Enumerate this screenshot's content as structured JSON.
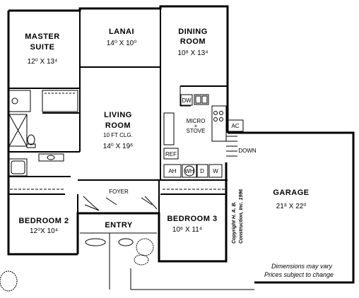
{
  "rooms": {
    "master_suite": {
      "name_line1": "MASTER",
      "name_line2": "SUITE",
      "dims": "12⁰ X 13⁴"
    },
    "lanai": {
      "name": "LANAI",
      "dims": "14⁰ X 10⁰"
    },
    "dining_room": {
      "name_line1": "DINING",
      "name_line2": "ROOM",
      "dims": "10⁸ X 13⁴"
    },
    "living_room": {
      "name_line1": "LIVING",
      "name_line2": "ROOM",
      "note": "10 FT CLG.",
      "dims": "14⁰ X 19⁶"
    },
    "garage": {
      "name": "GARAGE",
      "dims": "21⁸ X 22⁰"
    },
    "bedroom2": {
      "name": "BEDROOM  2",
      "dims": "12⁰X 10⁴"
    },
    "bedroom3": {
      "name": "BEDROOM  3",
      "dims": "10⁶ X 11⁴"
    },
    "entry": {
      "name": "ENTRY"
    },
    "foyer": {
      "name": "FOYER"
    }
  },
  "fixtures": {
    "dw": "DW",
    "micro_line1": "MICRO",
    "micro_line2": "+",
    "micro_line3": "STOVE",
    "ref": "REF",
    "ah": "AH",
    "wh": "WH",
    "d": "D",
    "w": "W",
    "ac": "AC",
    "down": "DOWN"
  },
  "copyright": {
    "line1": "Copyright  H. A. B.",
    "line2": "Construction, Inc.  1996"
  },
  "notes": {
    "line1": "Dimensions may vary",
    "line2": "Prices subject to change"
  }
}
